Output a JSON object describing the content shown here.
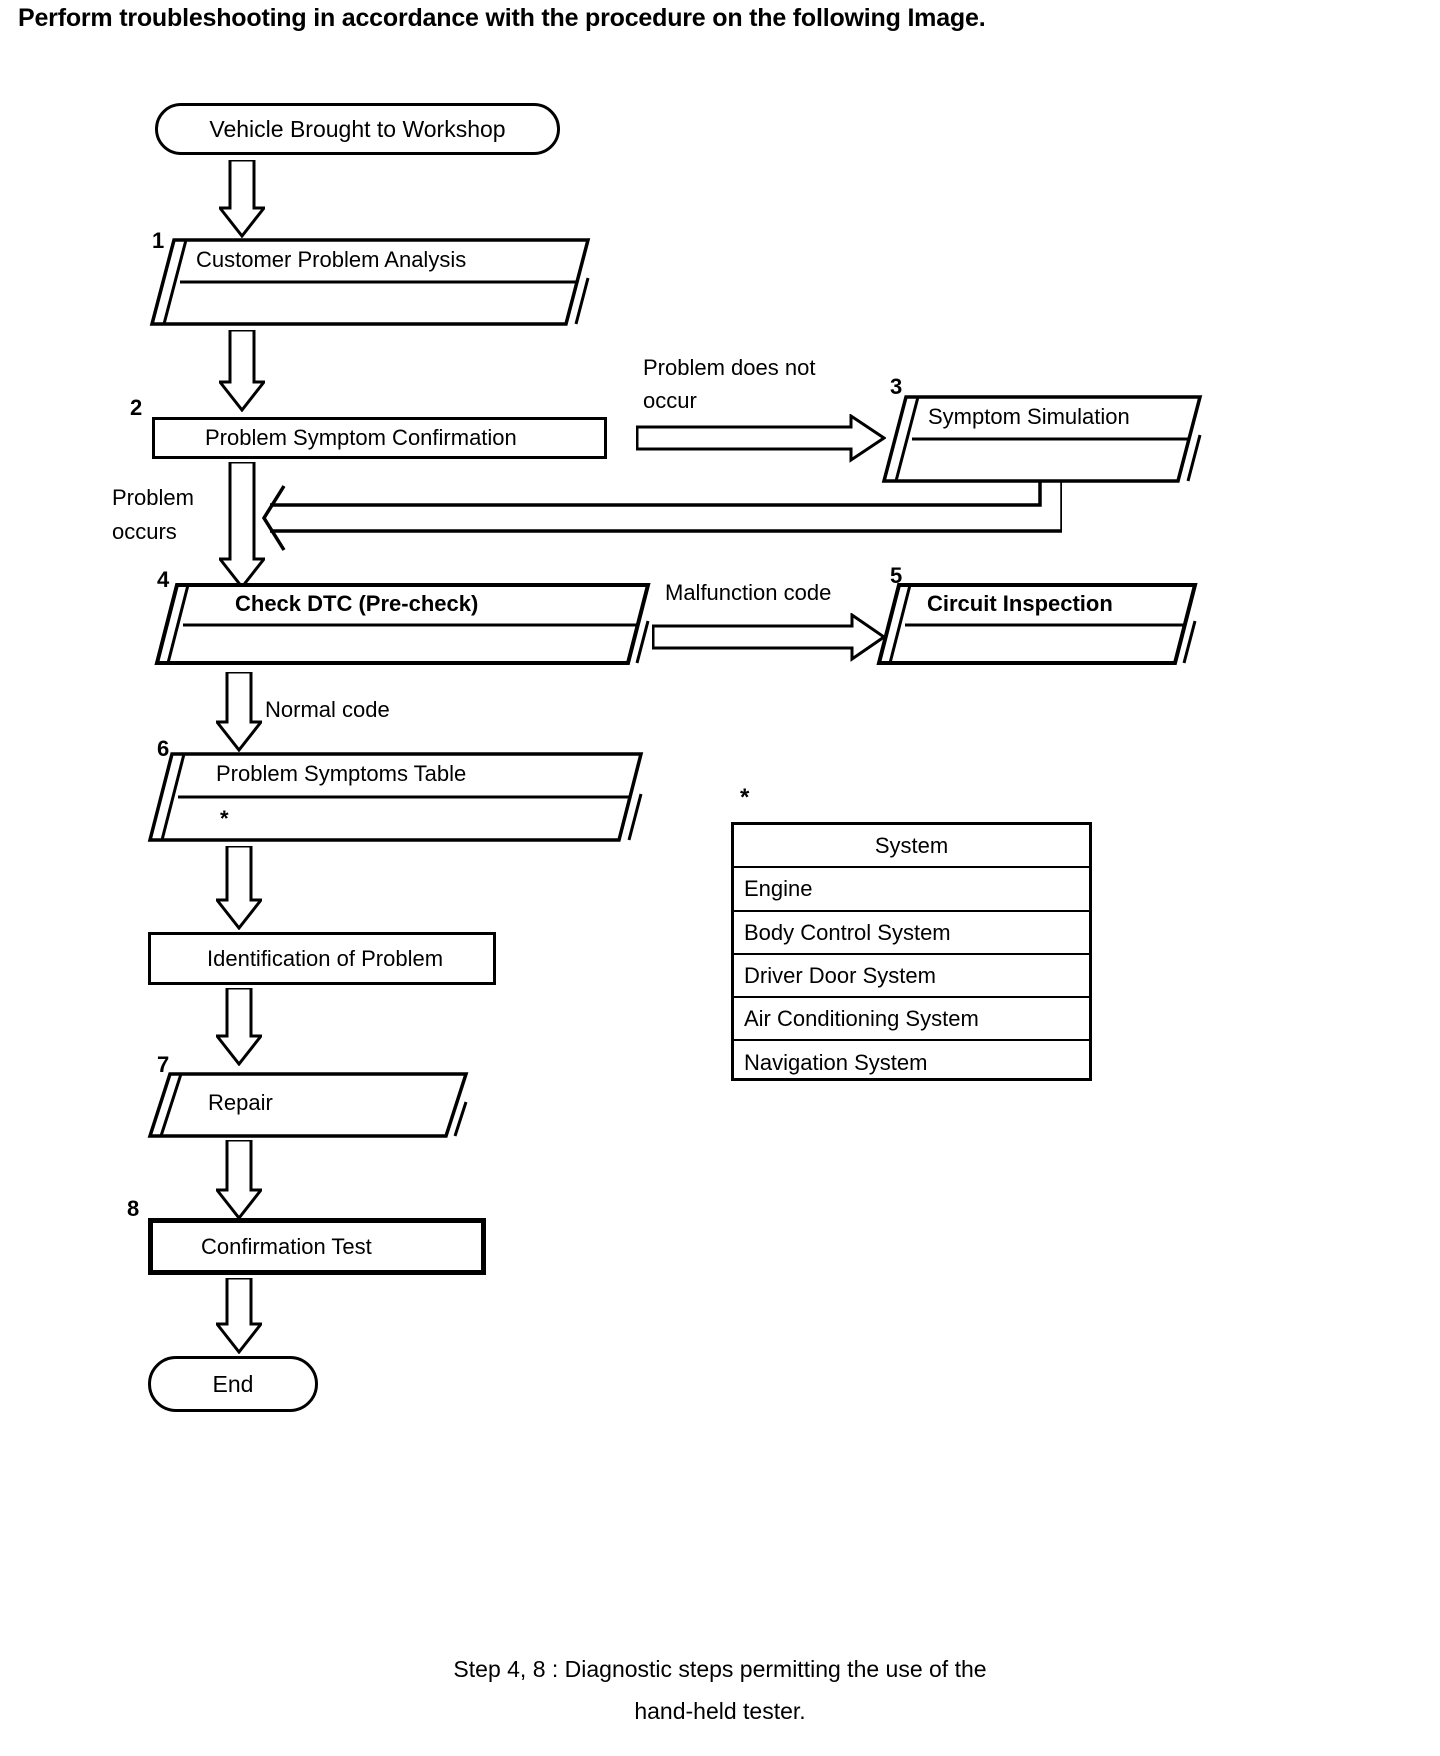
{
  "intro": {
    "text_before": "Perform troubleshooting in accordance with the procedure on the following ",
    "text_strong": "Image."
  },
  "flow": {
    "start": {
      "label": "Vehicle Brought to Workshop",
      "shape": "terminator"
    },
    "end": {
      "label": "End",
      "shape": "terminator"
    },
    "steps": [
      {
        "number": "1",
        "label": "Customer Problem Analysis",
        "shape": "parallelogram-double",
        "bold": false,
        "divider": true
      },
      {
        "number": "2",
        "label": "Problem Symptom Confirmation",
        "shape": "rectangle",
        "bold": false,
        "divider": false
      },
      {
        "number": "3",
        "label": "Symptom Simulation",
        "shape": "parallelogram-double",
        "bold": false,
        "divider": true
      },
      {
        "number": "4",
        "label": "Check DTC (Pre-check)",
        "shape": "parallelogram-double",
        "bold": true,
        "divider": true
      },
      {
        "number": "5",
        "label": "Circuit Inspection",
        "shape": "parallelogram-double",
        "bold": true,
        "divider": true
      },
      {
        "number": "6",
        "label": "Problem Symptoms Table",
        "sub_label": "*",
        "shape": "parallelogram-double",
        "bold": false,
        "divider": true
      },
      {
        "number": "",
        "label": "Identification of Problem",
        "shape": "rectangle",
        "bold": false,
        "divider": false
      },
      {
        "number": "7",
        "label": "Repair",
        "shape": "parallelogram-double",
        "bold": false,
        "divider": false
      },
      {
        "number": "8",
        "label": "Confirmation Test",
        "shape": "rectangle-thick",
        "bold": false,
        "divider": false
      }
    ],
    "edge_labels": {
      "problem_does_not_occur_line1": "Problem  does  not",
      "problem_does_not_occur_line2": "occur",
      "problem_occurs_line1": "Problem",
      "problem_occurs_line2": "occurs",
      "malfunction_code": "Malfunction code",
      "normal_code": "Normal code"
    }
  },
  "system_table": {
    "asterisk": "*",
    "header": "System",
    "rows": [
      "Engine",
      "Body Control System",
      "Driver Door System",
      "Air Conditioning System",
      "Navigation System"
    ]
  },
  "footnote": {
    "line1": "Step 4, 8 : Diagnostic steps permitting the use of the",
    "line2": "hand-held tester."
  },
  "colors": {
    "ink": "#000000",
    "paper": "#ffffff"
  }
}
